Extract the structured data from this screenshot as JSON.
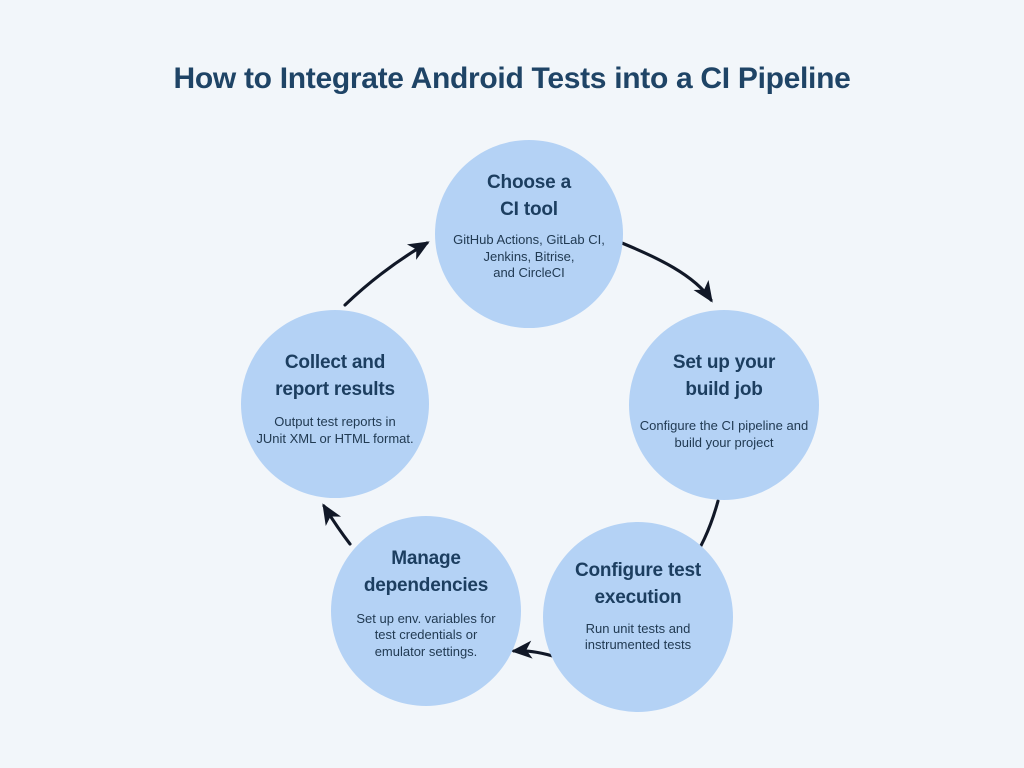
{
  "title": "How to Integrate Android Tests into a CI Pipeline",
  "theme": {
    "background": "#f2f6fa",
    "circle_fill": "#b4d2f5",
    "heading_color": "#1c3e60",
    "title_color": "#1f4466",
    "body_color": "#213a52",
    "arrow_color": "#111827"
  },
  "diagram": {
    "type": "cycle",
    "steps": [
      {
        "id": "choose-ci-tool",
        "heading": "Choose a\nCI tool",
        "body": "GitHub Actions, GitLab CI,\nJenkins, Bitrise,\nand CircleCI"
      },
      {
        "id": "set-up-build-job",
        "heading": "Set up your\nbuild job",
        "body": "Configure the CI pipeline and\nbuild your project"
      },
      {
        "id": "configure-test-execution",
        "heading": "Configure test\nexecution",
        "body": "Run unit tests and\ninstrumented tests"
      },
      {
        "id": "manage-dependencies",
        "heading": "Manage\ndependencies",
        "body": "Set up env. variables for\ntest credentials or\nemulator settings."
      },
      {
        "id": "collect-and-report-results",
        "heading": "Collect and\nreport results",
        "body": "Output test reports in\nJUnit XML or HTML format."
      }
    ],
    "connections": [
      {
        "from": "choose-ci-tool",
        "to": "set-up-build-job",
        "arrowhead": true
      },
      {
        "from": "set-up-build-job",
        "to": "configure-test-execution",
        "arrowhead": false
      },
      {
        "from": "configure-test-execution",
        "to": "manage-dependencies",
        "arrowhead": true
      },
      {
        "from": "manage-dependencies",
        "to": "collect-and-report-results",
        "arrowhead": true
      },
      {
        "from": "collect-and-report-results",
        "to": "choose-ci-tool",
        "arrowhead": true
      }
    ]
  }
}
